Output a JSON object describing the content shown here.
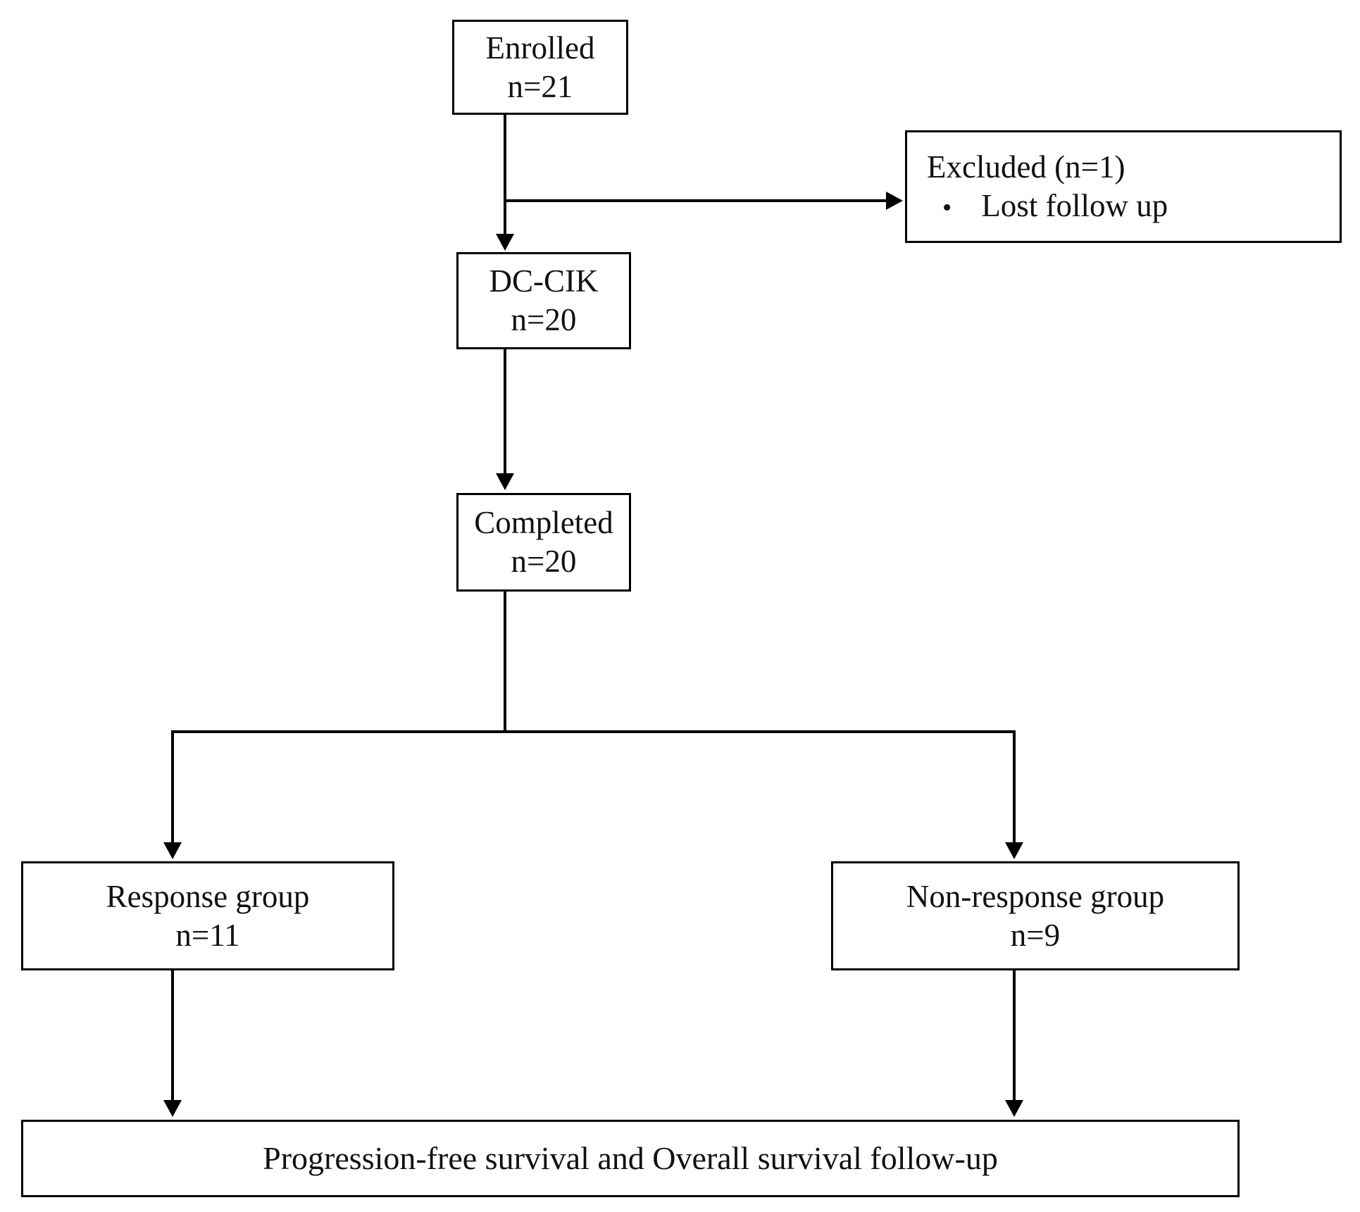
{
  "diagram": {
    "type": "consort-flow-diagram",
    "nodes": {
      "enrolled": {
        "label": "Enrolled",
        "count": "n=21"
      },
      "excluded": {
        "label": "Excluded (n=1)",
        "bullet": "•",
        "reason": "Lost follow up"
      },
      "dccik": {
        "label": "DC-CIK",
        "count": "n=20"
      },
      "completed": {
        "label": "Completed",
        "count": "n=20"
      },
      "response": {
        "label": "Response group",
        "count": "n=11"
      },
      "nonresponse": {
        "label": "Non-response group",
        "count": "n=9"
      },
      "followup": {
        "label": "Progression-free survival and Overall survival follow-up"
      }
    },
    "colors": {
      "stroke": "#000000",
      "fill": "#ffffff",
      "text": "#111111"
    }
  }
}
